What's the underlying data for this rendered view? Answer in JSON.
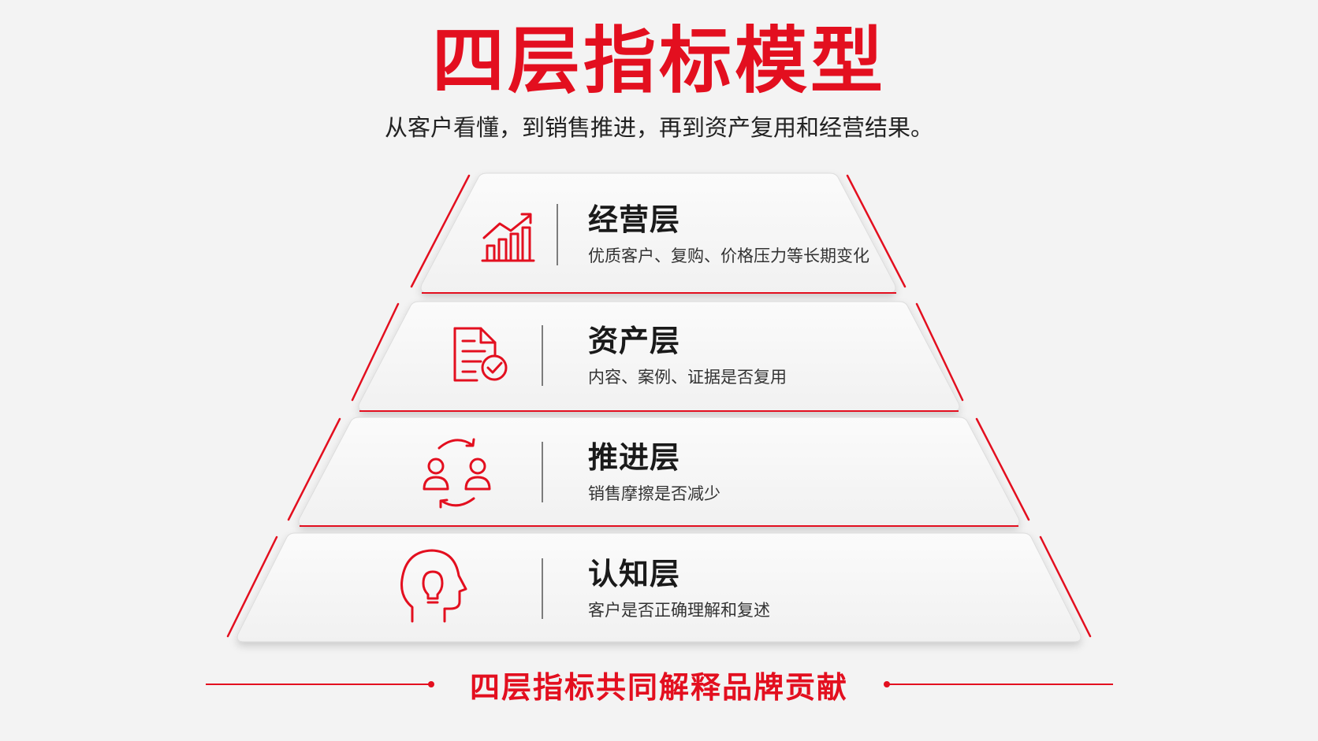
{
  "title": "四层指标模型",
  "subtitle": "从客户看懂，到销售推进，再到资产复用和经营结果。",
  "layers": [
    {
      "name": "经营层",
      "desc": "优质客户、复购、价格压力等长期变化",
      "icon": "chart-growth-icon"
    },
    {
      "name": "资产层",
      "desc": "内容、案例、证据是否复用",
      "icon": "document-check-icon"
    },
    {
      "name": "推进层",
      "desc": "销售摩擦是否减少",
      "icon": "people-exchange-icon"
    },
    {
      "name": "认知层",
      "desc": "客户是否正确理解和复述",
      "icon": "head-lightbulb-icon"
    }
  ],
  "footer": "四层指标共同解释品牌贡献",
  "colors": {
    "accent": "#e30f1f",
    "background": "#f3f3f3",
    "card": "#f9f9f9",
    "text": "#1a1a1a"
  }
}
